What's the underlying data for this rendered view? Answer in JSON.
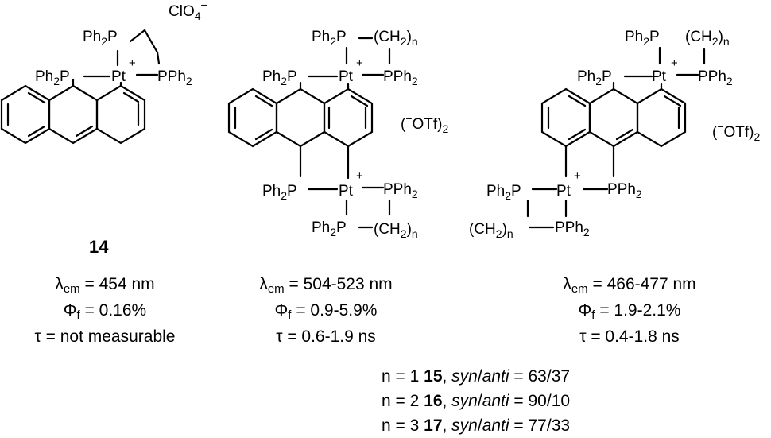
{
  "compounds": [
    {
      "id": "14",
      "counterion": "ClO4-",
      "lambda_label": "λ",
      "lambda_sub": "em",
      "lambda_value": "= 454 nm",
      "phi_label": "Φ",
      "phi_sub": "f",
      "phi_value": "= 0.16%",
      "tau_text": "τ = not measurable"
    },
    {
      "counterion": "(-OTf)2",
      "lambda_label": "λ",
      "lambda_sub": "em",
      "lambda_value": "= 504-523 nm",
      "phi_label": "Φ",
      "phi_sub": "f",
      "phi_value": "= 0.9-5.9%",
      "tau_text": "τ = 0.6-1.9 ns"
    },
    {
      "counterion": "(-OTf)2",
      "lambda_label": "λ",
      "lambda_sub": "em",
      "lambda_value": "= 466-477 nm",
      "phi_label": "Φ",
      "phi_sub": "f",
      "phi_value": "= 1.9-2.1%",
      "tau_text": "τ = 0.4-1.8 ns"
    }
  ],
  "legend": [
    {
      "n": "n = 1",
      "compound": "15",
      "syn": "syn",
      "anti": "anti",
      "ratio": "= 63/37"
    },
    {
      "n": "n = 2",
      "compound": "16",
      "syn": "syn",
      "anti": "anti",
      "ratio": "= 90/10"
    },
    {
      "n": "n = 3",
      "compound": "17",
      "syn": "syn",
      "anti": "anti",
      "ratio": "= 77/33"
    }
  ],
  "atoms": {
    "Ph2P": "Ph2P",
    "PPh2": "PPh2",
    "Pt": "Pt",
    "CH2n": "(CH2)n",
    "plus": "+"
  }
}
